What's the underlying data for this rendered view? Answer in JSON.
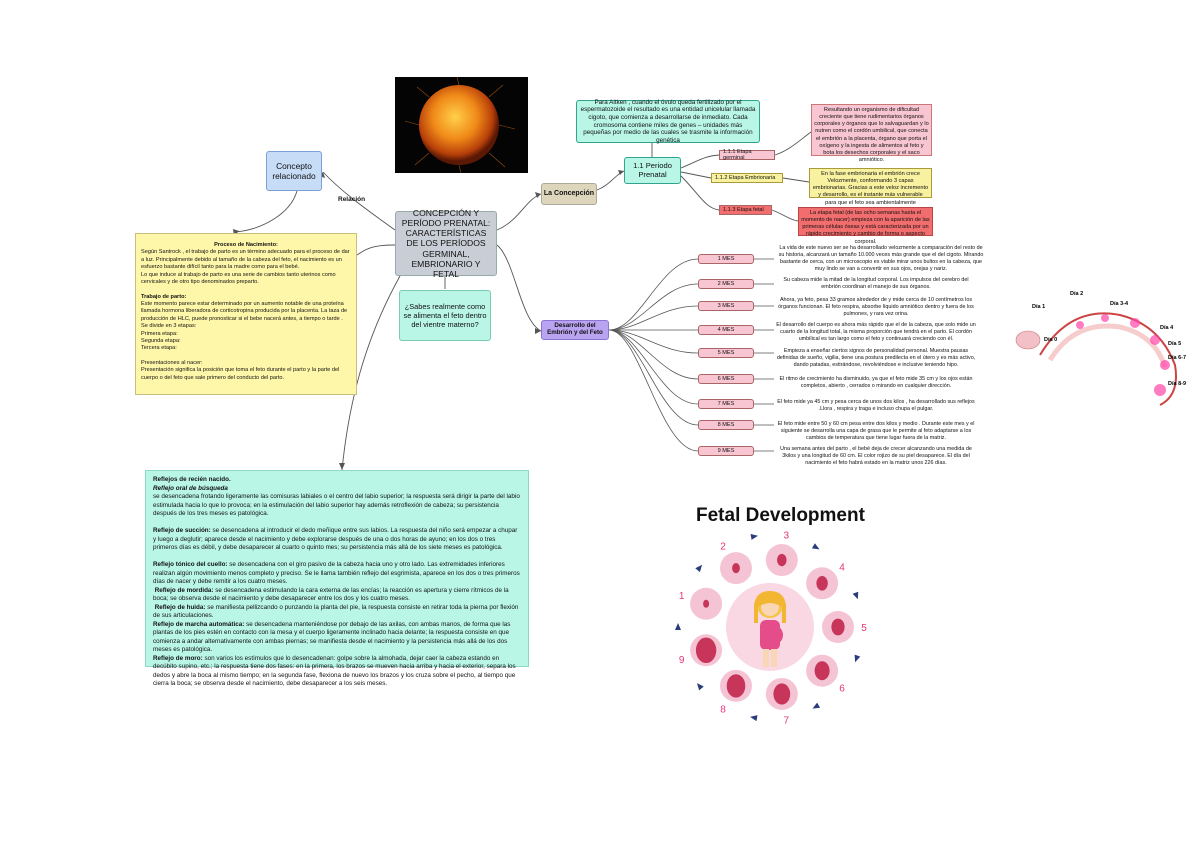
{
  "central": {
    "title": "CONCEPCIÓN Y PERÍODO PRENATAL: CARACTERÍSTICAS DE LOS PERÍODOS GERMINAL, EMBRIONARIO Y FETAL"
  },
  "concepto": {
    "label": "Concepto relacionado",
    "relation": "Relación"
  },
  "question": {
    "text": "¿Sabes realmente como se alimenta el feto dentro del vientre materno?"
  },
  "concepcion": {
    "label": "La Concepción"
  },
  "desarrollo": {
    "label": "Desarrollo del Embrión y del Feto"
  },
  "periodo": {
    "label": "1.1 Periodo Prenatal"
  },
  "aitken": {
    "text": "Para Aitken , cuando el óvulo queda fertilizado por el espermatozoide el resultado es una entidad unicelular llamada cigoto, que comienza a desarrollarse de inmediato. Cada cromosoma contiene miles de genes – unidades más pequeñas por medio de las cuales se trasmite la información genética"
  },
  "etapas": [
    {
      "label": "1.1.1 Etapa germinal",
      "desc": "Resultando un organismo de dificultad creciente que tiene rudimentarios órganos corporales y órganos que lo salvaguardan y lo nutren como el cordón umbilical, que conecta el embrión a la placenta, órgano que porta el oxígeno y la ingesta de alimentos al feto y bota los desechos corporales y el saco amniótico."
    },
    {
      "label": "1.1.2 Etapa Embrionaria",
      "desc": "En la fase embrionaria el embrión crece Velozmente, conformando 3 capas embrionarias. Gracias a este veloz incremento y desarrollo, es el instante más vulnerable para que el feto sea ambientalmente influenciado."
    },
    {
      "label": "1.1.3 Etapa fetal",
      "desc": "La etapa fetal (de las ocho semanas hasta el momento de nacer) empieza con la aparición de las primeras células óseas y está caracterizada por un rápido crecimiento y cambio de forma o aspecto corporal."
    }
  ],
  "meses": [
    {
      "label": "1 MES",
      "text": "La vida de este nuevo ser se ha desarrollado velozmente a comparación del resto de su historia, alcanzará un tamaño 10.000 veces más grande que el del cigoto. Mirando bastante de cerca, con un microscopio es viable mirar unos bultos en la cabeza, que muy lindo se van a convertir en sus ojos, orejas y nariz."
    },
    {
      "label": "2 MES",
      "text": "Su cabeza mide la mitad de la longitud corporal. Los impulsos del cerebro del embrión coordinan el manejo de sus órganos."
    },
    {
      "label": "3 MES",
      "text": "Ahora, ya feto, pesa 33 gramos alrededor de y mide cerca de 10 centímetros los órganos funcionan. El feto respira, absorbe líquido amniótico dentro y fuera de los pulmones, y rara vez orina."
    },
    {
      "label": "4 MES",
      "text": "El desarrollo del cuerpo es ahora más rápido que el de la cabeza, que solo mide un cuarto de la longitud total, la misma proporción que tendrá en el parto. El cordón umbilical es tan largo como el feto y continuará creciendo con él."
    },
    {
      "label": "5 MES",
      "text": "Empieza a enseñar ciertos signos de personalidad personal. Muestra pausas definidas de sueño, vigilia, tiene una postura predilecta en el útero y es más activo, dando patadas, estirándose, revolviéndose e inclusive teniendo hipo."
    },
    {
      "label": "6 MES",
      "text": "El ritmo de crecimiento ha disminuido, ya que el feto mide 35 cm y los ojos están completos, abierto , cerrados o mirando en cualquier dirección."
    },
    {
      "label": "7 MES",
      "text": "El feto mide ya 45 cm y pesa cerca de unos dos kilos , ha desarrollado sus reflejos .Llora , respira y traga e incluso chupa el pulgar."
    },
    {
      "label": "8 MES",
      "text": "El feto mide entre 50 y 60 cm pesa entre dos kilos y medio . Durante este mes y el siguiente se desarrolla una capa de grasa que le permite al feto adaptarse a los cambios de temperatura que tiene lugar fuera de la matriz."
    },
    {
      "label": "9 MES",
      "text": "Una semana antes del parto , el bebé deja de crecer alcanzando una medida de 3kilos y una longitud de 60 cm. El color rojizo de su piel desaparece. El día del nacimiento el feto habrá estado en la matriz unos 226 días."
    }
  ],
  "nacimiento": {
    "title": "Proceso de Nacimiento:",
    "lines": [
      "Según Santrock , el trabajo de parto es un término adecuado para el proceso de dar a luz. Principalmente debido al tamaño de la cabeza del feto, el nacimiento es un esfuerzo bastante difícil tanto para la madre como para el bebé.",
      "Lo que induce al trabajo de parto es una serie de cambios tanto uterinos como cervicales y de otro tipo denominados preparto."
    ],
    "subtitle": "Trabajo de parto:",
    "lines2": [
      "Este momento parece estar determinado por un aumento notable de una proteína llamada hormona liberadora de corticotropina producida por la placenta. La taza de producción de HLC, puede pronosticar si el bebe nacerá antes, a tiempo o tarde .",
      "Se divide en 3 etapas:",
      "Primera etapa:",
      "Segunda etapa:",
      "Tercera etapa:"
    ],
    "lines3": [
      "Presentaciones al nacer:",
      "Presentación significa la posición que toma el feto durante el parto y la parte del cuerpo o del feto que sale primero del conducto del parto."
    ]
  },
  "reflejos": {
    "title": "Reflejos de recién nacido.",
    "items": [
      {
        "name": "Reflejo oral de búsqueda",
        "text": "se desencadena frotando ligeramente las comisuras labiales o el centro del labio superior; la respuesta será dirigir la parte del labio estimulada hacia lo que lo provoca; en la estimulación del labio superior hay además retroflexión de cabeza; su persistencia después de los tres meses es patológica."
      },
      {
        "name": "Reflejo de succión:",
        "text": "se desencadena al introducir el dedo meñique entre sus labios. La respuesta del niño será empezar a chupar y luego a deglutir; aparece desde el nacimiento y debe explorarse después de una o dos horas de ayuno; en los dos o tres primeros días es débil, y debe desaparecer al cuarto o quinto mes; su persistencia más allá de los siete meses es patológica."
      },
      {
        "name": "Reflejo tónico del cuello:",
        "text": "se desencadena con el giro pasivo de la cabeza hacia uno y otro lado. Las extremidades inferiores realizan algún movimiento menos completo y preciso. Se le llama también reflejo del esgrimista, aparece en los dos o tres primeros días de nacer y debe remitir a los cuatro meses."
      },
      {
        "name": "Reflejo de mordida:",
        "text": "se desencadena estimulando la cara externa de las encías; la reacción es apertura y cierre rítmicos de la boca; se observa desde el nacimiento y debe desaparecer entre los dos y los cuatro meses."
      },
      {
        "name": "Reflejo de huida:",
        "text": "se manifiesta pellizcando o punzando la planta del pie, la respuesta consiste en retirar toda la pierna por flexión de sus articulaciones."
      },
      {
        "name": "Reflejo de marcha automática:",
        "text": "se desencadena manteniéndose por debajo de las axilas, con ambas manos, de forma que las plantas de los pies estén en contacto con la mesa y el cuerpo ligeramente inclinado hacia delante; la respuesta consiste en que comienza a andar alternativamente con ambas piernas; se manifiesta desde el nacimiento y la persistencia más allá de los dos meses es patológica."
      },
      {
        "name": "Reflejo de moro:",
        "text": "son varios los estímulos que lo desencadenan: golpe sobre la almohada, dejar caer la cabeza estando en decúbito supino, etc.; la respuesta tiene dos fases: en la primera, los brazos se mueven hacia arriba y hacia el exterior, separa los dedos y abre la boca al mismo tiempo; en la segunda fase, flexiona de nuevo los brazos y los cruza sobre el pecho, al tiempo que cierra la boca; se observa desde el nacimiento, debe desaparecer a los seis meses."
      }
    ]
  },
  "fetal": {
    "title": "Fetal Development",
    "numbers": [
      "1",
      "2",
      "3",
      "4",
      "5",
      "6",
      "7",
      "8",
      "9"
    ],
    "pink": "#e8357a",
    "arrow": "#2a3d7a"
  },
  "diagram": {
    "labels": [
      "Día 1",
      "Día 2",
      "Día 3-4",
      "Día 4",
      "Día 5",
      "Día 6-7",
      "Día 8-9",
      "Día 0"
    ]
  }
}
